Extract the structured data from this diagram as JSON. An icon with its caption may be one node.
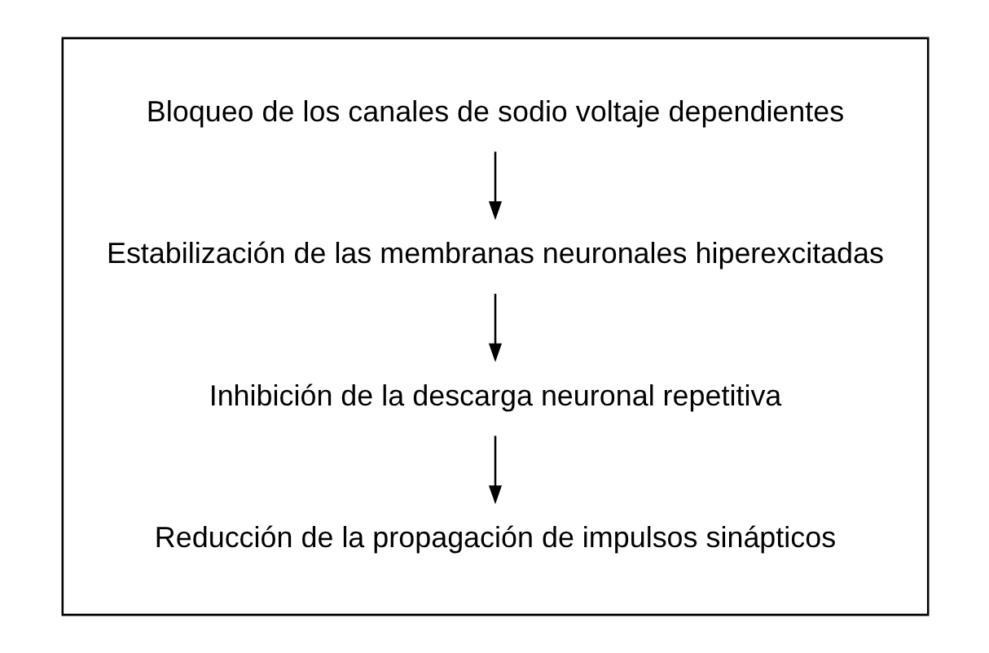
{
  "diagram": {
    "nodes": [
      {
        "text": [],
        "shape": "box"
      },
      {
        "text": [
          "Bloqueo de los canales de sodio voltaje dependientes"
        ],
        "in": 0
      },
      {
        "text": [
          "Estabilización de las membranas neuronales hiperexcitadas"
        ],
        "in": 0
      },
      {
        "text": [
          "Inhibición de la descarga neuronal repetitiva"
        ],
        "in": 0
      },
      {
        "text": [
          "Reducción de la propagación de impulsos sinápticos"
        ],
        "in": 0
      }
    ],
    "edges": [
      {
        "from": 1,
        "to": 2,
        "arrow": "to"
      },
      {
        "from": 2,
        "to": 3,
        "arrow": "to"
      },
      {
        "from": 3,
        "to": 4,
        "arrow": "to"
      }
    ]
  }
}
